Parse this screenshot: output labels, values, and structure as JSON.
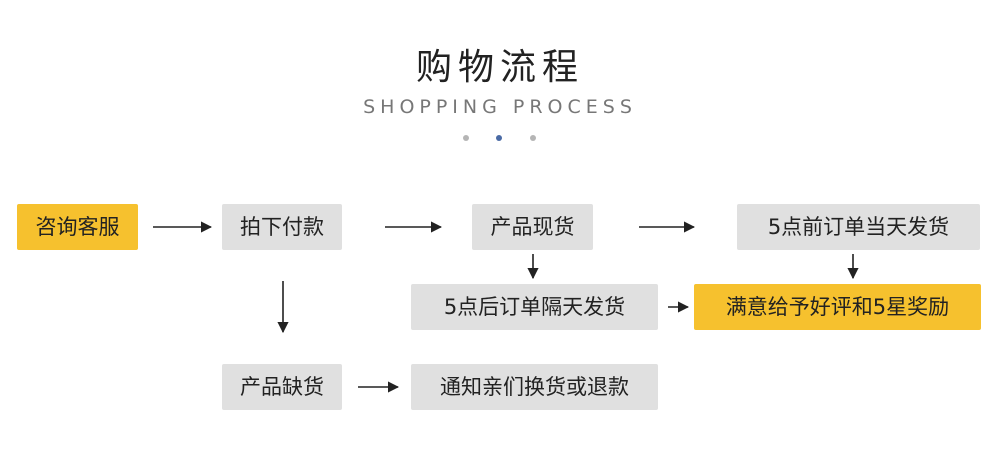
{
  "header": {
    "title": "购物流程",
    "subtitle": "SHOPPING PROCESS"
  },
  "colors": {
    "highlight": "#f6c12e",
    "box": "#e0e0e0",
    "dot_grey": "#b5b5b5",
    "dot_active": "#4a6aa5"
  },
  "steps": {
    "consult": "咨询客服",
    "order_pay": "拍下付款",
    "in_stock": "产品现货",
    "before5": "5点前订单当天发货",
    "after5": "5点后订单隔天发货",
    "review": "满意给予好评和5星奖励",
    "out_of_stock": "产品缺货",
    "notify": "通知亲们换货或退款"
  }
}
